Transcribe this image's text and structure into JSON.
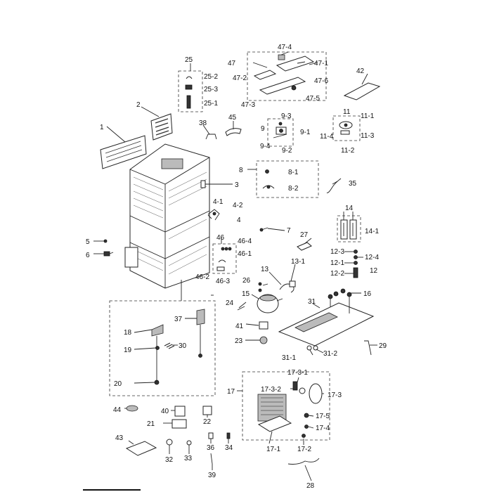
{
  "labels": [
    {
      "id": "l1",
      "t": "1"
    },
    {
      "id": "l2",
      "t": "2"
    },
    {
      "id": "l3",
      "t": "3"
    },
    {
      "id": "l4",
      "t": "4"
    },
    {
      "id": "l4_1",
      "t": "4-1"
    },
    {
      "id": "l4_2",
      "t": "4-2"
    },
    {
      "id": "l5",
      "t": "5"
    },
    {
      "id": "l6",
      "t": "6"
    },
    {
      "id": "l7",
      "t": "7"
    },
    {
      "id": "l8",
      "t": "8"
    },
    {
      "id": "l8_1",
      "t": "8-1"
    },
    {
      "id": "l8_2",
      "t": "8-2"
    },
    {
      "id": "l9",
      "t": "9"
    },
    {
      "id": "l9_1",
      "t": "9-1"
    },
    {
      "id": "l9_2",
      "t": "9-2"
    },
    {
      "id": "l9_3",
      "t": "9-3"
    },
    {
      "id": "l9_4",
      "t": "9-4"
    },
    {
      "id": "l11",
      "t": "11"
    },
    {
      "id": "l11_1",
      "t": "11-1"
    },
    {
      "id": "l11_2",
      "t": "11-2"
    },
    {
      "id": "l11_3",
      "t": "11-3"
    },
    {
      "id": "l11_4",
      "t": "11-4"
    },
    {
      "id": "l12",
      "t": "12"
    },
    {
      "id": "l12_1",
      "t": "12-1"
    },
    {
      "id": "l12_2",
      "t": "12-2"
    },
    {
      "id": "l12_3",
      "t": "12-3"
    },
    {
      "id": "l12_4",
      "t": "12-4"
    },
    {
      "id": "l13",
      "t": "13"
    },
    {
      "id": "l13_1",
      "t": "13-1"
    },
    {
      "id": "l14",
      "t": "14"
    },
    {
      "id": "l14_1",
      "t": "14-1"
    },
    {
      "id": "l15",
      "t": "15"
    },
    {
      "id": "l16",
      "t": "16"
    },
    {
      "id": "l17",
      "t": "17"
    },
    {
      "id": "l17_1",
      "t": "17-1"
    },
    {
      "id": "l17_2",
      "t": "17-2"
    },
    {
      "id": "l17_3",
      "t": "17-3"
    },
    {
      "id": "l17_3_1",
      "t": "17-3-1"
    },
    {
      "id": "l17_3_2",
      "t": "17-3-2"
    },
    {
      "id": "l17_4",
      "t": "17-4"
    },
    {
      "id": "l17_5",
      "t": "17-5"
    },
    {
      "id": "l18",
      "t": "18"
    },
    {
      "id": "l19",
      "t": "19"
    },
    {
      "id": "l20",
      "t": "20"
    },
    {
      "id": "l21",
      "t": "21"
    },
    {
      "id": "l22",
      "t": "22"
    },
    {
      "id": "l23",
      "t": "23"
    },
    {
      "id": "l24",
      "t": "24"
    },
    {
      "id": "l25",
      "t": "25"
    },
    {
      "id": "l25_1",
      "t": "25-1"
    },
    {
      "id": "l25_2",
      "t": "25-2"
    },
    {
      "id": "l25_3",
      "t": "25-3"
    },
    {
      "id": "l26",
      "t": "26"
    },
    {
      "id": "l27",
      "t": "27"
    },
    {
      "id": "l28",
      "t": "28"
    },
    {
      "id": "l29",
      "t": "29"
    },
    {
      "id": "l30",
      "t": "30"
    },
    {
      "id": "l31",
      "t": "31"
    },
    {
      "id": "l31_1",
      "t": "31-1"
    },
    {
      "id": "l31_2",
      "t": "31-2"
    },
    {
      "id": "l32",
      "t": "32"
    },
    {
      "id": "l33",
      "t": "33"
    },
    {
      "id": "l34",
      "t": "34"
    },
    {
      "id": "l35",
      "t": "35"
    },
    {
      "id": "l36",
      "t": "36"
    },
    {
      "id": "l37",
      "t": "37"
    },
    {
      "id": "l38",
      "t": "38"
    },
    {
      "id": "l39",
      "t": "39"
    },
    {
      "id": "l40",
      "t": "40"
    },
    {
      "id": "l41",
      "t": "41"
    },
    {
      "id": "l42",
      "t": "42"
    },
    {
      "id": "l43",
      "t": "43"
    },
    {
      "id": "l44",
      "t": "44"
    },
    {
      "id": "l45",
      "t": "45"
    },
    {
      "id": "l46",
      "t": "46"
    },
    {
      "id": "l46_1",
      "t": "46-1"
    },
    {
      "id": "l46_2",
      "t": "46-2"
    },
    {
      "id": "l46_3",
      "t": "46-3"
    },
    {
      "id": "l46_4",
      "t": "46-4"
    },
    {
      "id": "l47",
      "t": "47"
    },
    {
      "id": "l47_1",
      "t": "47-1"
    },
    {
      "id": "l47_2",
      "t": "47-2"
    },
    {
      "id": "l47_3",
      "t": "47-3"
    },
    {
      "id": "l47_4",
      "t": "47-4"
    },
    {
      "id": "l47_5",
      "t": "47-5"
    },
    {
      "id": "l47_6",
      "t": "47-6"
    }
  ]
}
